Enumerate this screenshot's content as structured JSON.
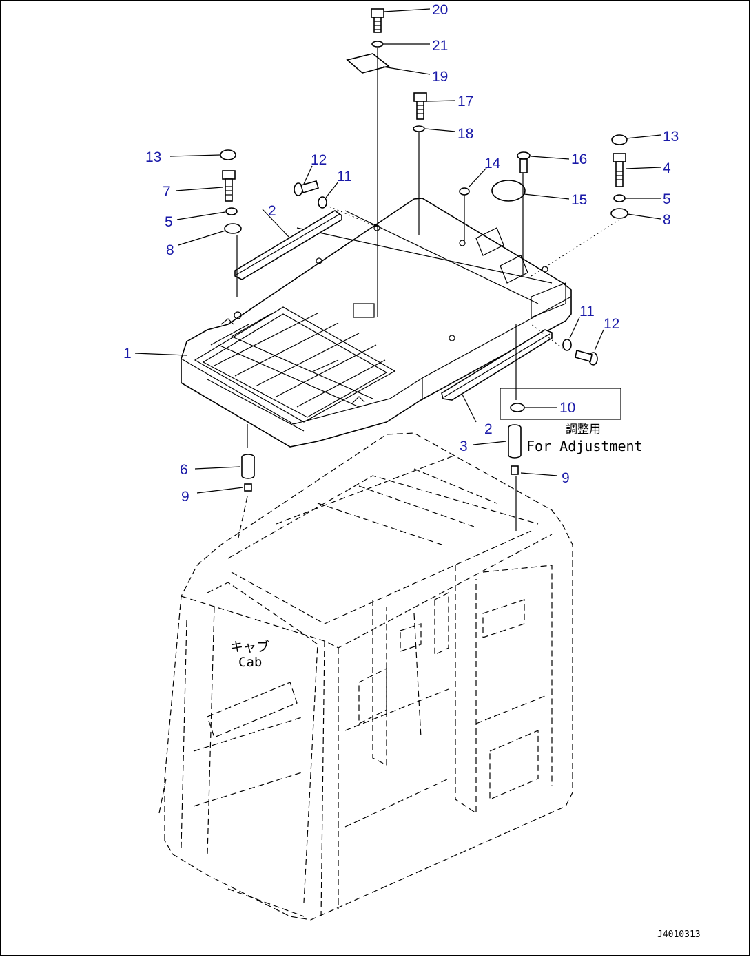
{
  "callouts": {
    "c20": "20",
    "c21": "21",
    "c19": "19",
    "c17": "17",
    "c18": "18",
    "c13a": "13",
    "c13b": "13",
    "c12a": "12",
    "c11a": "11",
    "c14": "14",
    "c16": "16",
    "c4": "4",
    "c7": "7",
    "c5a": "5",
    "c5b": "5",
    "c15": "15",
    "c2a": "2",
    "c8a": "8",
    "c8b": "8",
    "c1": "1",
    "c11b": "11",
    "c12b": "12",
    "c10": "10",
    "c2b": "2",
    "c3": "3",
    "c6": "6",
    "c9a": "9",
    "c9b": "9"
  },
  "notes": {
    "adjustment_jp": "調整用",
    "adjustment_en": "For Adjustment",
    "cab_jp": "キャブ",
    "cab_en": "Cab",
    "drawing_code": "J4010313"
  },
  "colors": {
    "callout": "#1a1aa8",
    "line": "#000000",
    "background": "#ffffff"
  }
}
